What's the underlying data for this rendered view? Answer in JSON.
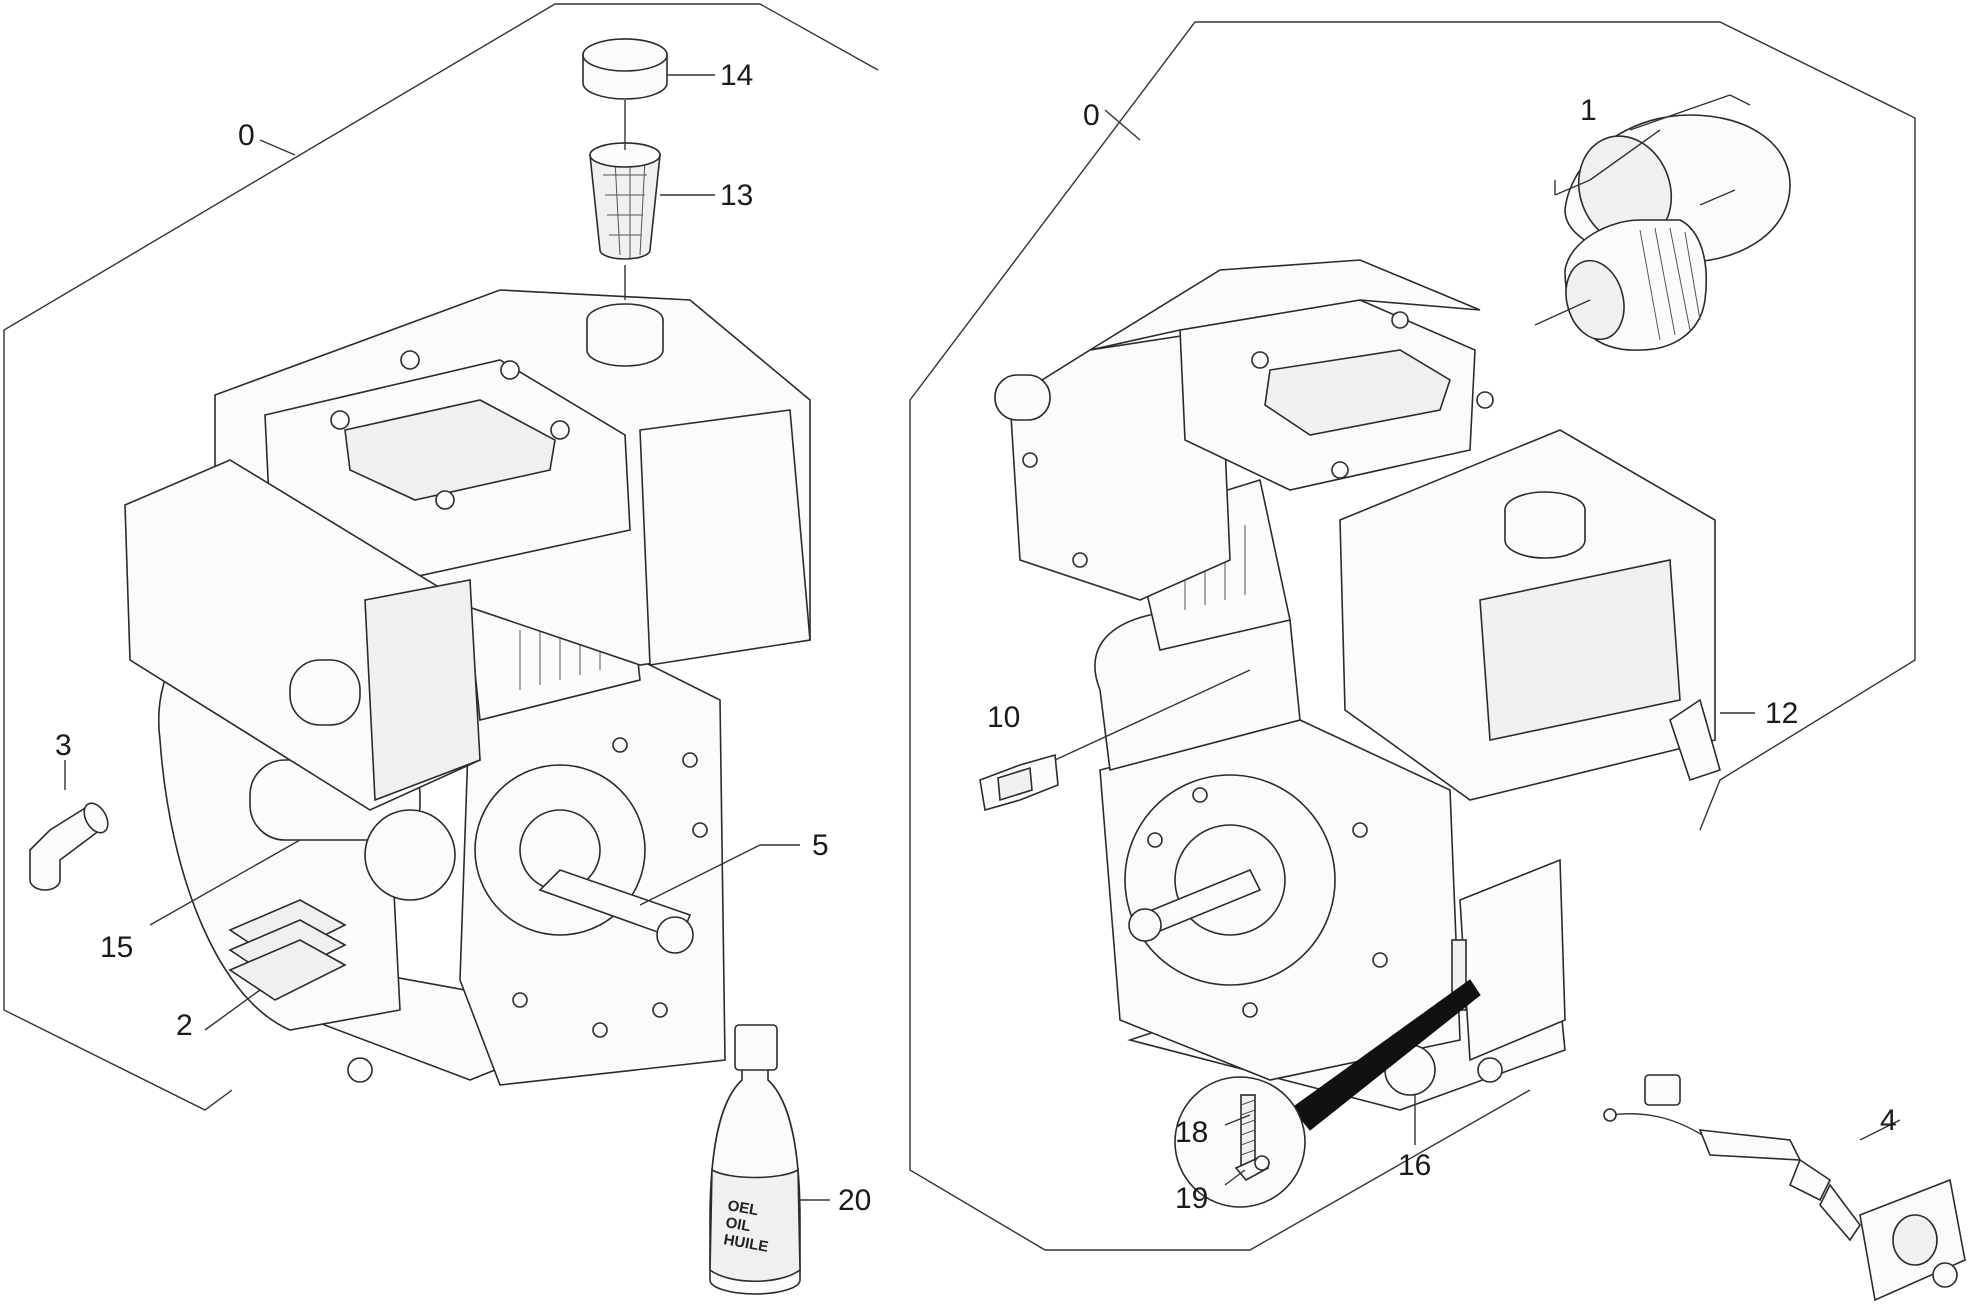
{
  "labels": {
    "group_left": "0",
    "group_right": "0",
    "p1": "1",
    "p2": "2",
    "p3": "3",
    "p4": "4",
    "p5": "5",
    "p10": "10",
    "p12": "12",
    "p13": "13",
    "p14": "14",
    "p15": "15",
    "p16": "16",
    "p18": "18",
    "p19": "19",
    "p20": "20"
  },
  "bottle_text": {
    "line1": "OEL",
    "line2": "OIL",
    "line3": "HUILE"
  }
}
